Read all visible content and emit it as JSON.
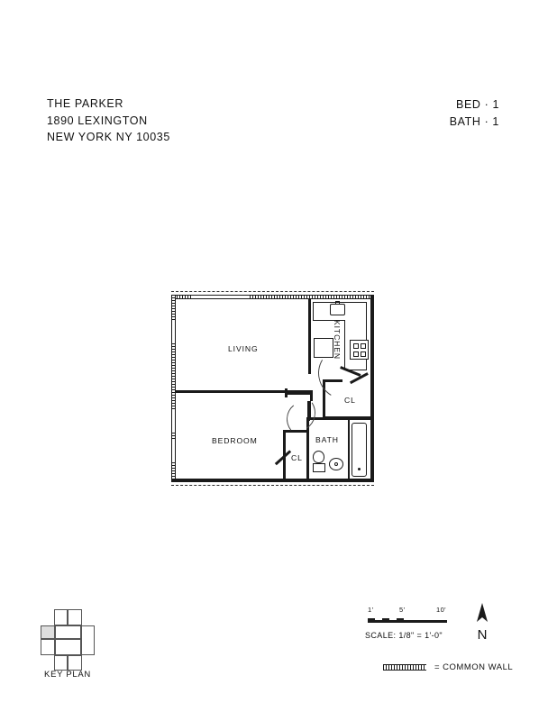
{
  "header": {
    "building_name": "THE PARKER",
    "street": "1890 LEXINGTON",
    "city_state_zip": "NEW YORK NY 10035",
    "bed_line": "BED · 1",
    "bath_line": "BATH · 1"
  },
  "plan": {
    "rooms": [
      {
        "label": "LIVING",
        "orientation": "horizontal"
      },
      {
        "label": "BEDROOM",
        "orientation": "horizontal"
      },
      {
        "label": "KITCHEN",
        "orientation": "vertical"
      },
      {
        "label": "BATH",
        "orientation": "horizontal"
      },
      {
        "label": "CL",
        "orientation": "horizontal"
      },
      {
        "label": "CL",
        "orientation": "horizontal"
      }
    ],
    "fixtures": [
      "sink-icon",
      "refrigerator-icon",
      "range-icon",
      "toilet-icon",
      "bathroom-sink-icon",
      "bathtub-icon"
    ],
    "doors": [
      "kitchen-door",
      "bedroom-door",
      "bath-door",
      "closet-door-upper",
      "closet-door-lower"
    ]
  },
  "keyplan": {
    "label": "KEY PLAN"
  },
  "scale": {
    "ticks": [
      "1'",
      "5'",
      "10'"
    ],
    "caption": "SCALE: 1/8\" = 1'-0\""
  },
  "compass": {
    "north_label": "N"
  },
  "legend": {
    "text": "= COMMON WALL"
  },
  "colors": {
    "ink": "#1a1a1a",
    "paper": "#ffffff",
    "keyplan_highlight": "#dedede"
  }
}
